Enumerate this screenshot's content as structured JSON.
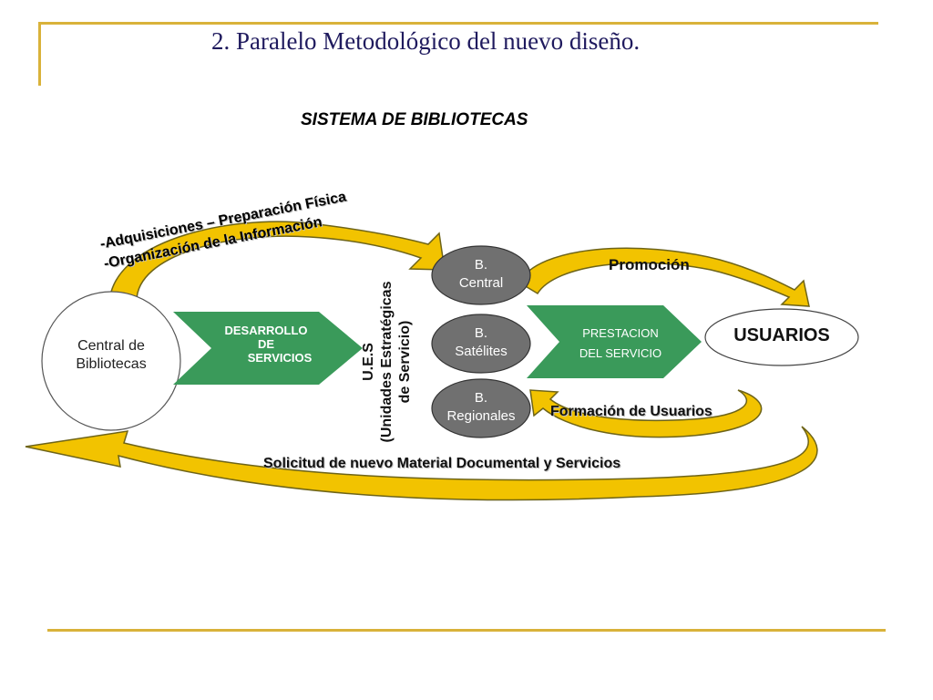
{
  "slide": {
    "title": "2.  Paralelo Metodológico del nuevo diseño.",
    "subtitle": "SISTEMA DE BIBLIOTECAS"
  },
  "diagram": {
    "central": {
      "line1": "Central de",
      "line2": "Bibliotecas"
    },
    "top_arrow": {
      "line1": "-Adquisiciones – Preparación Física",
      "line2": "-Organización de la Información"
    },
    "desarrollo": {
      "line1": "DESARROLLO",
      "line2": "DE",
      "line3": "SERVICIOS"
    },
    "ues": {
      "line1": "U.E.S",
      "line2": "(Unidades Estratégicas",
      "line3": "de Servicio)"
    },
    "nodes": [
      {
        "line1": "B.",
        "line2": "Central"
      },
      {
        "line1": "B.",
        "line2": "Satélites"
      },
      {
        "line1": "B.",
        "line2": "Regionales"
      }
    ],
    "prestacion": {
      "line1": "PRESTACION",
      "line2": "DEL SERVICIO"
    },
    "promocion": "Promoción",
    "usuarios": "USUARIOS",
    "formacion": "Formación de Usuarios",
    "solicitud": "Solicitud de nuevo Material Documental y Servicios"
  },
  "colors": {
    "gold": "#f2c300",
    "gold_dark": "#8a7a1a",
    "green": "#3a9a5a",
    "node_gray": "#707070",
    "title_blue": "#1f1a5e",
    "rule_gold": "#d9b23a"
  }
}
